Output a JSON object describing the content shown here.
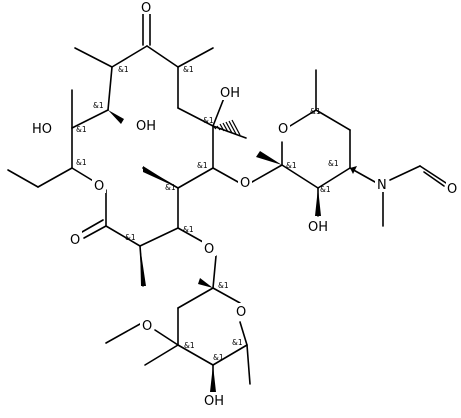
{
  "atom_labels": {
    "ketone_o": "O",
    "lactone_ring_o": "O",
    "lactone_carbonyl_o": "O",
    "oh_c12": "HO",
    "oh_c11": "OH",
    "oh_c6": "OH",
    "glyco_o_c5": "O",
    "glyco_o_c3": "O",
    "desosamine_ring_o": "O",
    "desosamine_oh": "OH",
    "amine_n": "N",
    "formyl_o": "O",
    "cladinose_ring_o": "O",
    "methoxy_o": "O",
    "cladinose_oh": "OH"
  },
  "stereo_marks": {
    "text": "&1"
  }
}
